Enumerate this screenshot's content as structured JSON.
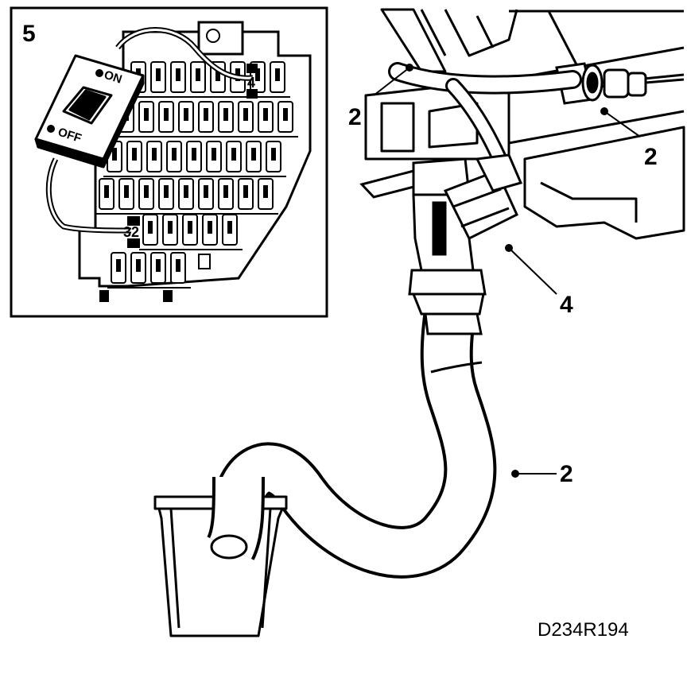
{
  "inset": {
    "number": "5",
    "switch_on": "ON",
    "switch_off": "OFF",
    "fuse_top": "4",
    "fuse_bottom": "32"
  },
  "callouts": {
    "hose_upper_left": "2",
    "hose_upper_right": "2",
    "connector": "4",
    "hose_lower": "2"
  },
  "drawing_code": "D234R194"
}
